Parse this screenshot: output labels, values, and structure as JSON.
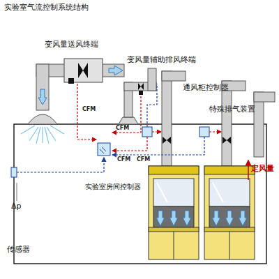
{
  "diagram": {
    "title": "实验室气流控制系统结构",
    "labels": [
      "变风量送风终端",
      "变风量辅助排风终端",
      "通风柜控制器",
      "特殊排气装置",
      "CFM",
      "CFM",
      "CFM",
      "CFM",
      "实验室房间控制器",
      "定风量",
      "Δp",
      "传感器"
    ]
  }
}
